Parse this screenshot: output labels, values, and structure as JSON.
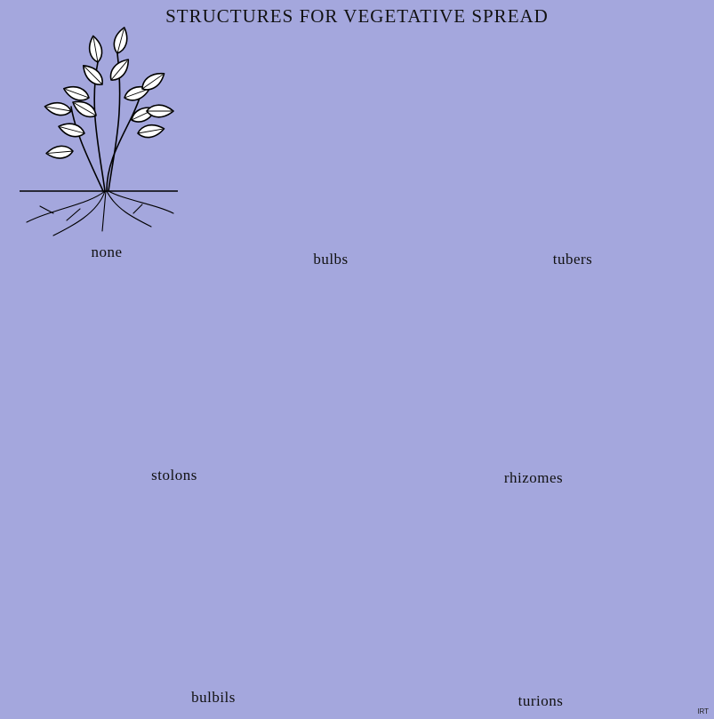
{
  "title": "STRUCTURES FOR VEGETATIVE SPREAD",
  "panels": [
    {
      "id": "none",
      "label": "none"
    },
    {
      "id": "bulbs",
      "label": "bulbs"
    },
    {
      "id": "tubers",
      "label": "tubers"
    },
    {
      "id": "stolons",
      "label": "stolons"
    },
    {
      "id": "rhizomes",
      "label": "rhizomes"
    },
    {
      "id": "bulbils",
      "label": "bulbils"
    },
    {
      "id": "turions",
      "label": "turions"
    }
  ],
  "credit": "IRT",
  "colors": {
    "background": "#a4a7dd",
    "ink": "#000000",
    "fill": "#ffffff"
  }
}
